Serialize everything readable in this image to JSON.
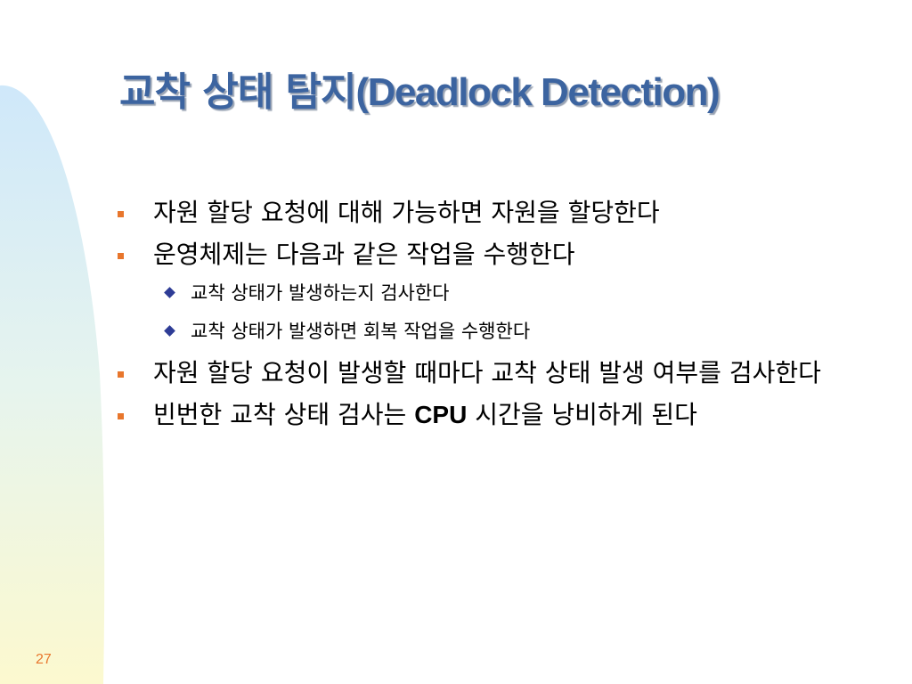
{
  "slide": {
    "title_korean": "교착 상태 탐지",
    "title_english": "(Deadlock Detection)",
    "page_number": "27",
    "colors": {
      "title": "#3c64a0",
      "bullet_level1": "#e8762c",
      "bullet_level2": "#2e3c96",
      "page_number": "#e8762c"
    },
    "bullets": [
      {
        "text": "자원 할당 요청에 대해 가능하면 자원을 할당한다"
      },
      {
        "text": "운영체제는 다음과 같은 작업을 수행한다"
      },
      {
        "text": "교착 상태가 발생하는지 검사한다"
      },
      {
        "text": "교착 상태가 발생하면 회복 작업을 수행한다"
      },
      {
        "text": "자원 할당 요청이 발생할 때마다 교착 상태 발생 여부를 검사한다"
      },
      {
        "text_before": "빈번한 교착 상태 검사는 ",
        "text_bold": "CPU",
        "text_after": " 시간을 낭비하게 된다"
      }
    ]
  }
}
